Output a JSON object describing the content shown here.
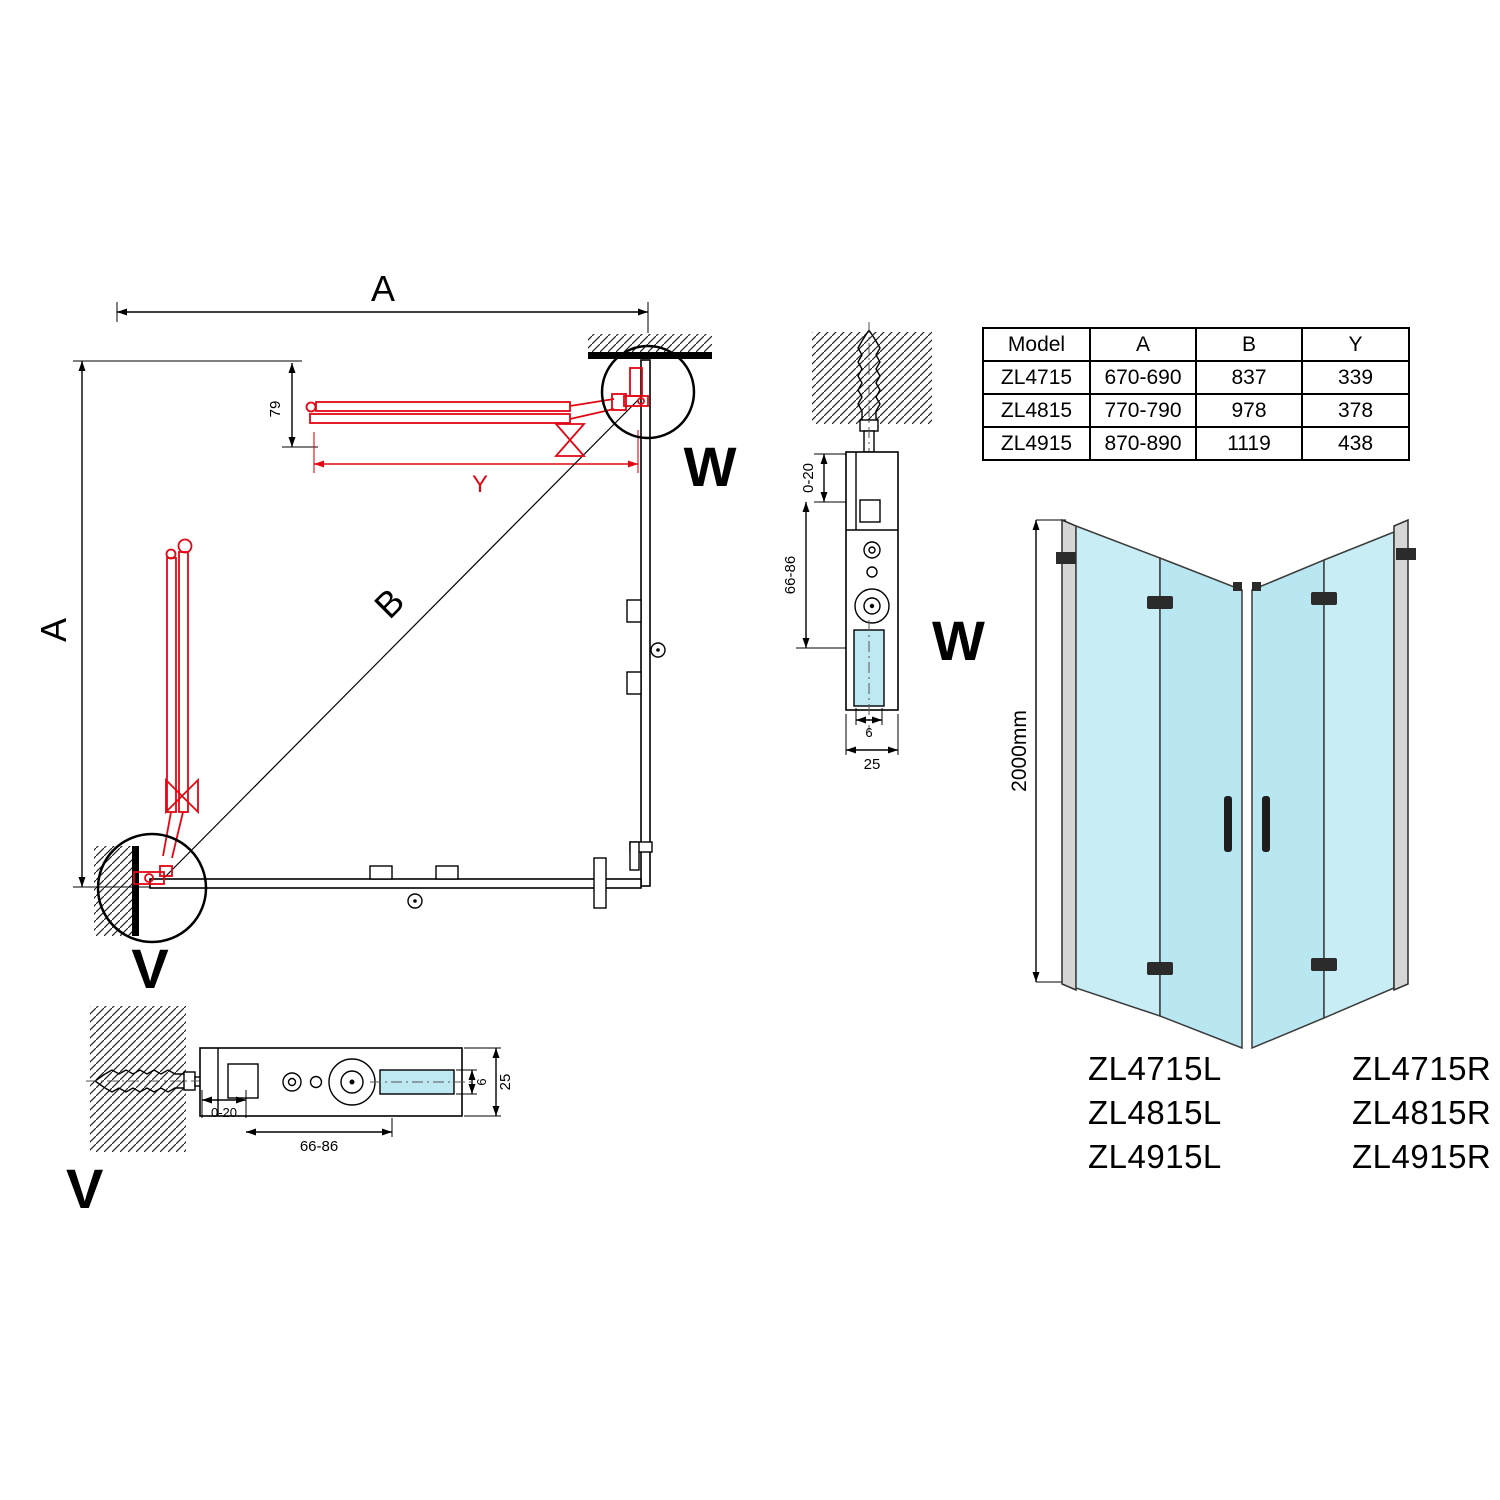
{
  "colors": {
    "accent_red": "#e30613",
    "glass": "#bfe9f2",
    "line": "#000000"
  },
  "plan_view": {
    "dim_width": "A",
    "dim_depth": "A",
    "dim_diagonal": "B",
    "dim_door": "Y",
    "dim_offset": "79",
    "detail_marker_w": "W",
    "detail_marker_v": "V"
  },
  "detail_w": {
    "label": "W",
    "dim_wall_adjust": "0-20",
    "dim_profile_range": "66-86",
    "dim_glass_thickness": "6",
    "dim_profile_width": "25"
  },
  "detail_v": {
    "label": "V",
    "dim_wall_adjust": "0-20",
    "dim_profile_range": "66-86",
    "dim_glass_thickness": "6",
    "dim_profile_width": "25"
  },
  "spec_table": {
    "headers": [
      "Model",
      "A",
      "B",
      "Y"
    ],
    "rows": [
      [
        "ZL4715",
        "670-690",
        "837",
        "339"
      ],
      [
        "ZL4815",
        "770-790",
        "978",
        "378"
      ],
      [
        "ZL4915",
        "870-890",
        "1119",
        "438"
      ]
    ]
  },
  "front_view": {
    "dim_height": "2000mm"
  },
  "model_codes": {
    "left_variants": [
      "ZL4715L",
      "ZL4815L",
      "ZL4915L"
    ],
    "right_variants": [
      "ZL4715R",
      "ZL4815R",
      "ZL4915R"
    ]
  }
}
